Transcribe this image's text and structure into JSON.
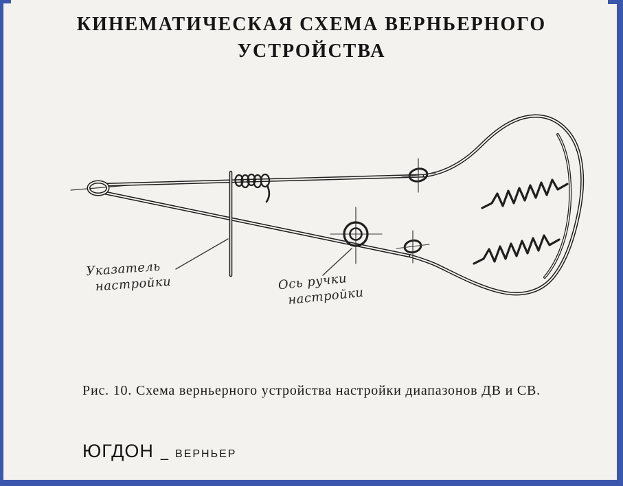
{
  "document": {
    "title": {
      "line1": "КИНЕМАТИЧЕСКАЯ СХЕМА ВЕРНЬЕРНОГО",
      "line2": "УСТРОЙСТВА"
    },
    "figure_caption": "Рис. 10. Схема верньерного устройства настройки диапазонов ДВ и СВ.",
    "watermark": {
      "main": "ЮГДОН",
      "separator": "_",
      "sub": "ВЕРНЬЕР"
    }
  },
  "diagram": {
    "labels": {
      "pointer": {
        "line1": "Указатель",
        "line2": "настройки"
      },
      "knob_axis": {
        "line1": "Ось ручки",
        "line2": "настройки"
      }
    }
  },
  "colors": {
    "paper": "#f3f2ee",
    "ink": "#1f1f1f",
    "scan_edge_blue": "#3b57ab"
  }
}
